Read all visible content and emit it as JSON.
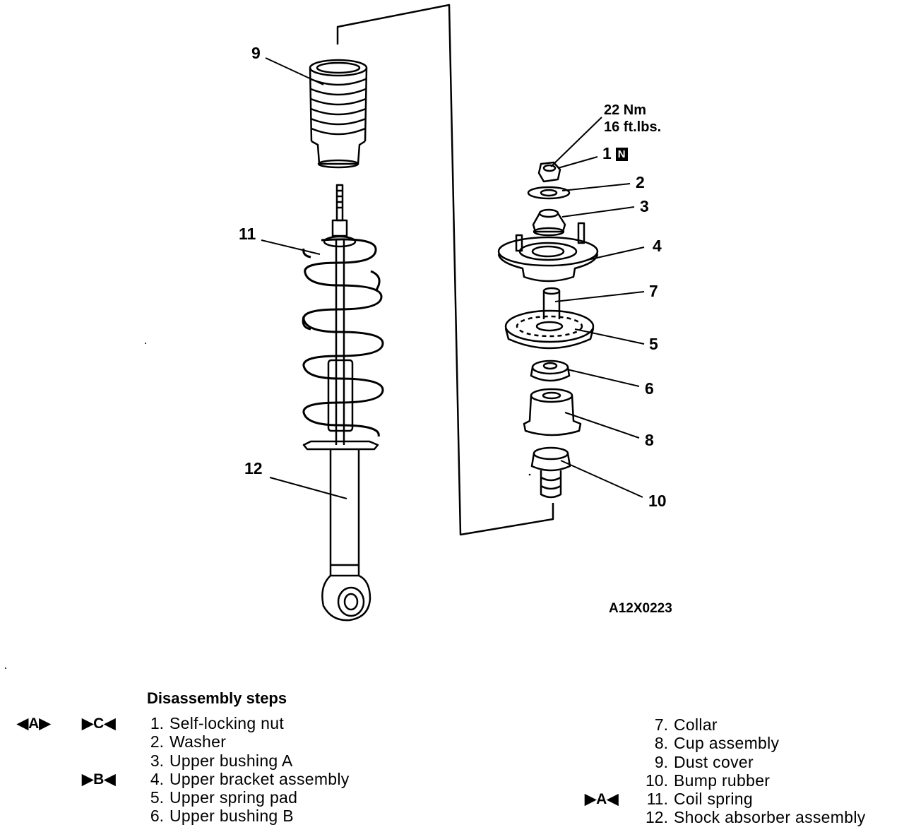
{
  "diagram": {
    "callouts": [
      "9",
      "11",
      "12",
      "1",
      "2",
      "3",
      "4",
      "7",
      "5",
      "6",
      "8",
      "10"
    ],
    "torque": {
      "line1": "22 Nm",
      "line2": "16 ft.lbs.",
      "code": "N"
    },
    "figure_code": "A12X0223"
  },
  "legend": {
    "heading": "Disassembly steps",
    "steps": [
      {
        "num": "1.",
        "label": "Self-locking nut"
      },
      {
        "num": "2.",
        "label": "Washer"
      },
      {
        "num": "3.",
        "label": "Upper bushing A"
      },
      {
        "num": "4.",
        "label": "Upper bracket assembly"
      },
      {
        "num": "5.",
        "label": "Upper spring pad"
      },
      {
        "num": "6.",
        "label": "Upper bushing B"
      },
      {
        "num": "7.",
        "label": "Collar"
      },
      {
        "num": "8.",
        "label": "Cup assembly"
      },
      {
        "num": "9.",
        "label": "Dust cover"
      },
      {
        "num": "10.",
        "label": "Bump rubber"
      },
      {
        "num": "11.",
        "label": "Coil spring"
      },
      {
        "num": "12.",
        "label": "Shock absorber assembly"
      }
    ],
    "markers": {
      "a_removal": "◀A▶",
      "c_install": "▶C◀",
      "b_install": "▶B◀",
      "a_install": "▶A◀"
    }
  }
}
